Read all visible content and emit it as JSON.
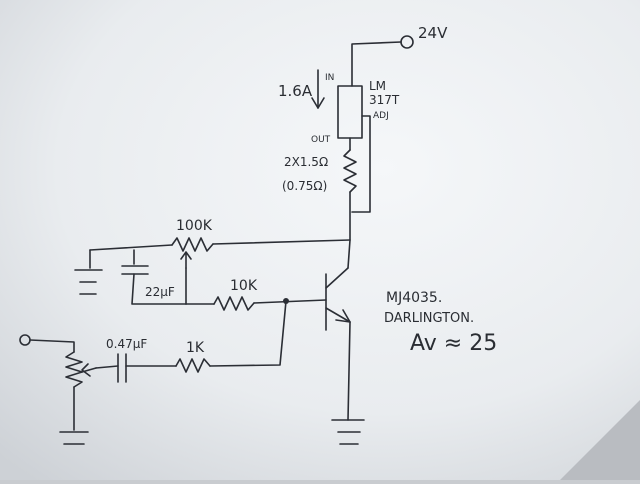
{
  "labels": {
    "supply": "24V",
    "current": "1.6A",
    "reg_in": "IN",
    "reg_name_1": "LM",
    "reg_name_2": "317T",
    "reg_adj": "ADJ",
    "reg_out": "OUT",
    "shunt_1": "2X1.5Ω",
    "shunt_2": "(0.75Ω)",
    "pot_100k": "100K",
    "cap_22uf": "22μF",
    "res_10k": "10K",
    "res_1k": "1K",
    "cap_047uf": "0.47μF",
    "transistor_1": "MJ4035.",
    "transistor_2": "DARLINGTON.",
    "gain": "Av ≈ 25"
  },
  "colors": {
    "ink": "#2b2e35",
    "paper_light": "#f4f6f8",
    "paper_shadow": "#d2d5d9"
  }
}
